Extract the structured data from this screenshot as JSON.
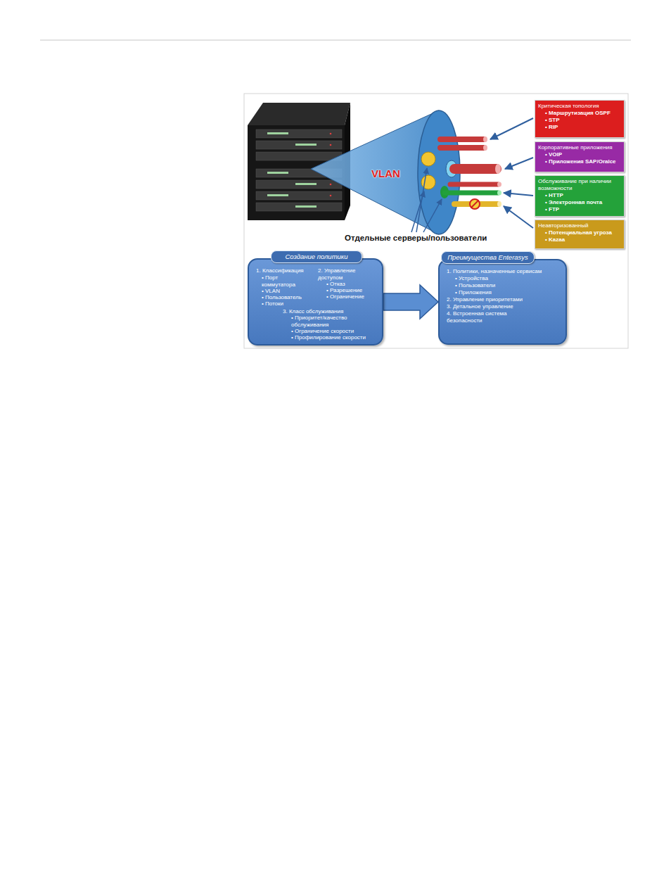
{
  "diagram": {
    "nodes": [
      {
        "text": [
          "Критическая топология",
          "• Маршрутизация OSPF",
          "• STP",
          "• RIP"
        ]
      },
      {
        "text": [
          "Корпоративные приложения",
          "• VOIP",
          "• Приложения SAP/Oralce"
        ]
      },
      {
        "text": [
          "Обслуживание при наличии возможности",
          "• HTTP",
          "• Электронная почта",
          "• FTP"
        ]
      },
      {
        "text": [
          "Неавторизованный",
          "• Потенциальная угроза",
          "• Kazaa"
        ]
      },
      {
        "text": [
          "Создание политики",
          "1. Классификация",
          "• Порт коммутатора",
          "• VLAN",
          "• Пользователь",
          "• Потоки",
          "2. Управление доступом",
          "• Отказ",
          "• Разрешение",
          "• Ограничение",
          "3. Класс обслуживания",
          "• Приоритет/качество обслуживания",
          "• Ограничение скорости",
          "• Профилирование скорости"
        ]
      },
      {
        "text": [
          "Преимущества Enterasys",
          "1. Политики, назначенные сервисам",
          "• Устройства",
          "• Пользователи",
          "• Приложения",
          "2. Управление приоритетами",
          "3. Детальное управление",
          "4. Встроенная система безопасности"
        ]
      }
    ],
    "edges": [
      {
        "from": 4,
        "to": 5,
        "arrow": "to"
      }
    ],
    "labels": [
      "VLAN",
      "Отдельные серверы/пользователи"
    ]
  }
}
